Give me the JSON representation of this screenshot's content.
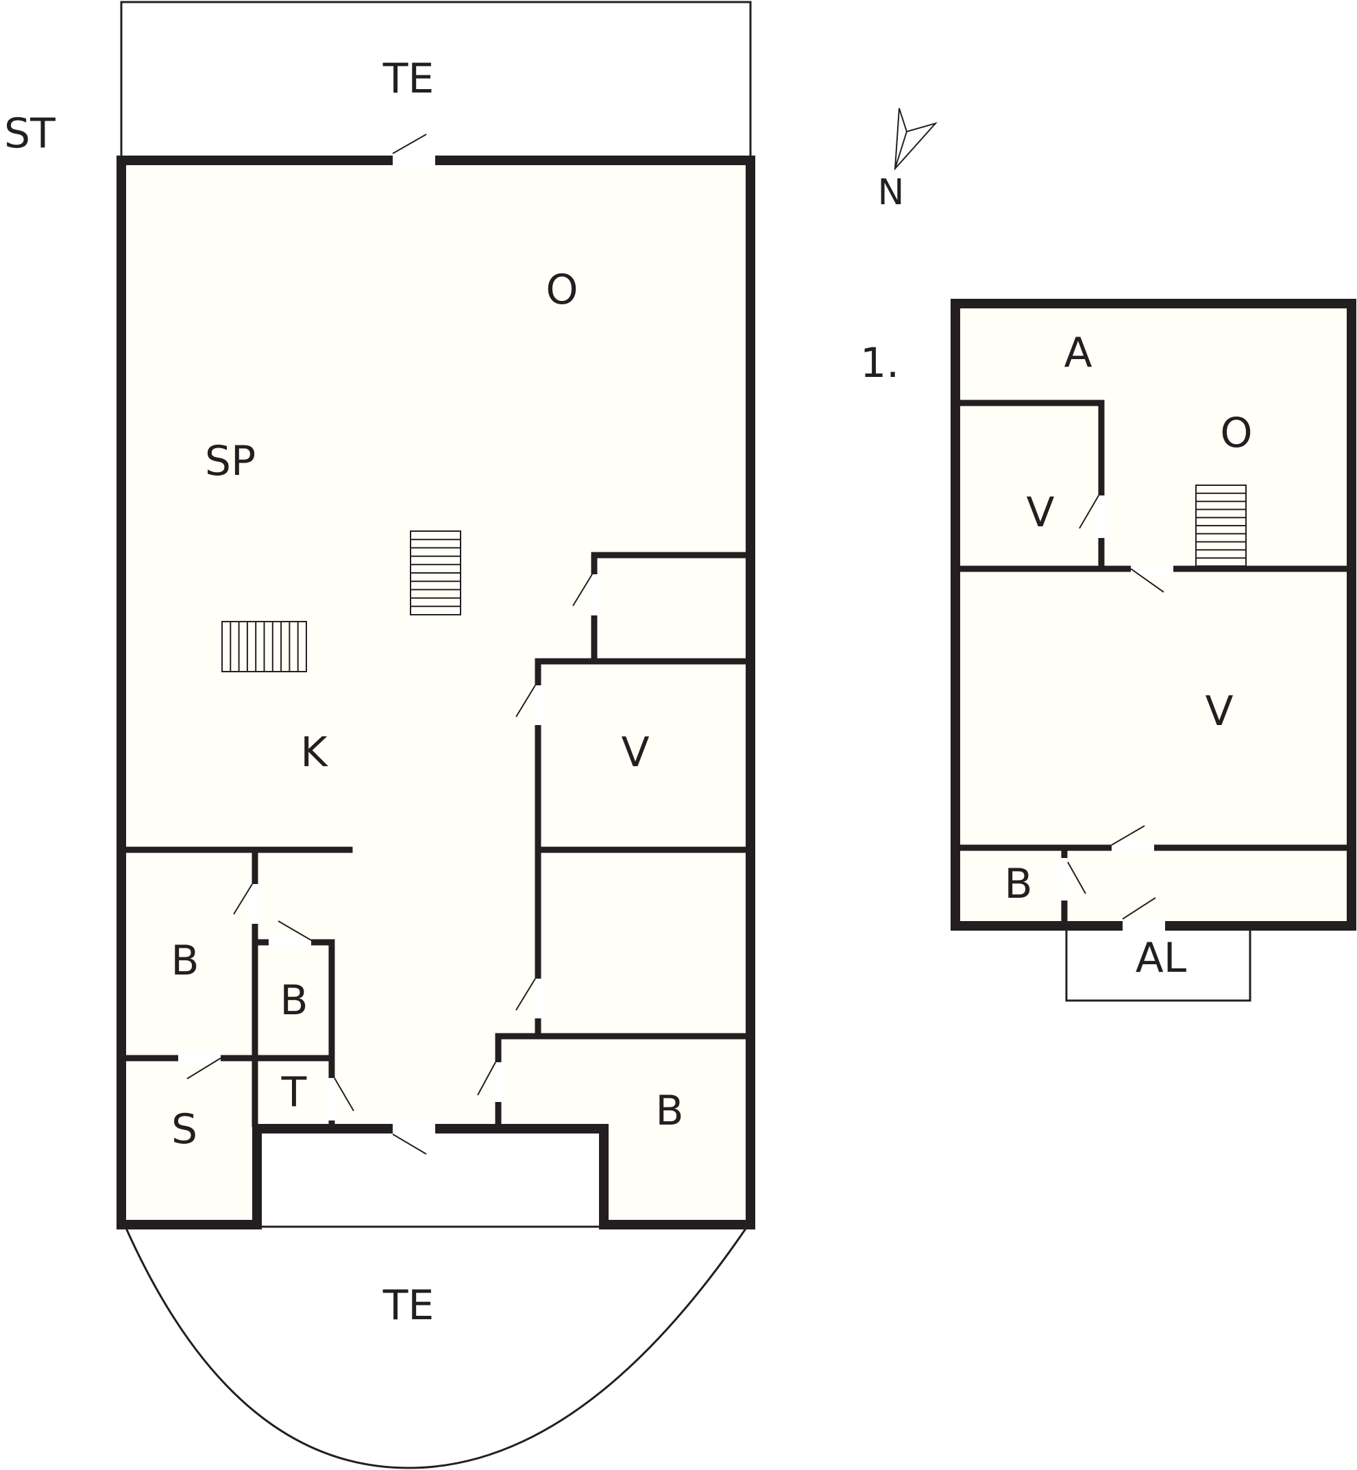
{
  "colors": {
    "floor": "#fffff8",
    "wall": "#231f20",
    "background": "#ffffff"
  },
  "icons": {
    "north_arrow": "north-arrow-icon",
    "stairs": "stairs-icon",
    "door": "door-swing-icon"
  },
  "compass": {
    "label": "N"
  },
  "ground_floor": {
    "level_label": "ST",
    "rooms": {
      "terrace_top": "TE",
      "living": "O",
      "sleeping_area": "SP",
      "kitchen": "K",
      "bedroom_east": "V",
      "bathroom_west": "B",
      "bathroom_middle": "B",
      "sauna": "S",
      "toilet": "T",
      "bathroom_east": "B",
      "terrace_bottom": "TE"
    }
  },
  "first_floor": {
    "level_label": "1.",
    "rooms": {
      "loft": "A",
      "living": "O",
      "bedroom_small": "V",
      "bedroom_large": "V",
      "bathroom": "B",
      "balcony": "AL"
    }
  }
}
